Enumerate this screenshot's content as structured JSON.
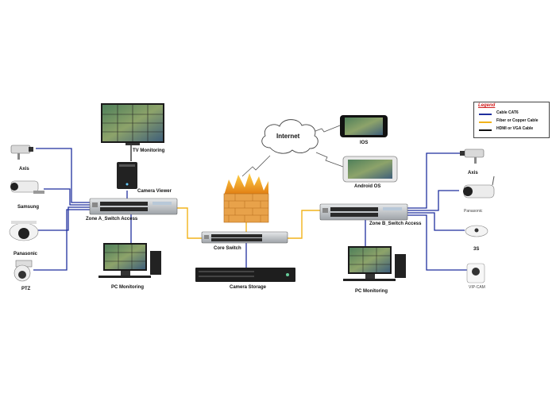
{
  "legend": {
    "title": "Legend",
    "items": [
      {
        "label": "Cable CAT6",
        "color": "#1f2f9e"
      },
      {
        "label": "Fiber or Copper Cable",
        "color": "#f2b31b"
      },
      {
        "label": "HDMI or VGA Cable",
        "color": "#111111"
      }
    ]
  },
  "labels": {
    "internet": "Internet",
    "ios": "IOS",
    "android": "Android OS",
    "tv_monitoring": "TV Monitoring",
    "camera_viewer": "Camera Viewer",
    "zone_a": "Zone A_Switch Access",
    "zone_b": "Zone B_Switch Access",
    "core_switch": "Core Switch",
    "camera_storage": "Camera Storage",
    "pc_monitoring_left": "PC Monitoring",
    "pc_monitoring_right": "PC Monitoring",
    "left_cams": [
      "Axis",
      "Samsung",
      "Panasonic",
      "PTZ"
    ],
    "right_cams": [
      "Axis",
      "Panasonic",
      "3S",
      "VIP-CAM"
    ]
  },
  "colors": {
    "cat6": "#1f2f9e",
    "fiber": "#f2b31b",
    "wireless": "#555555"
  }
}
